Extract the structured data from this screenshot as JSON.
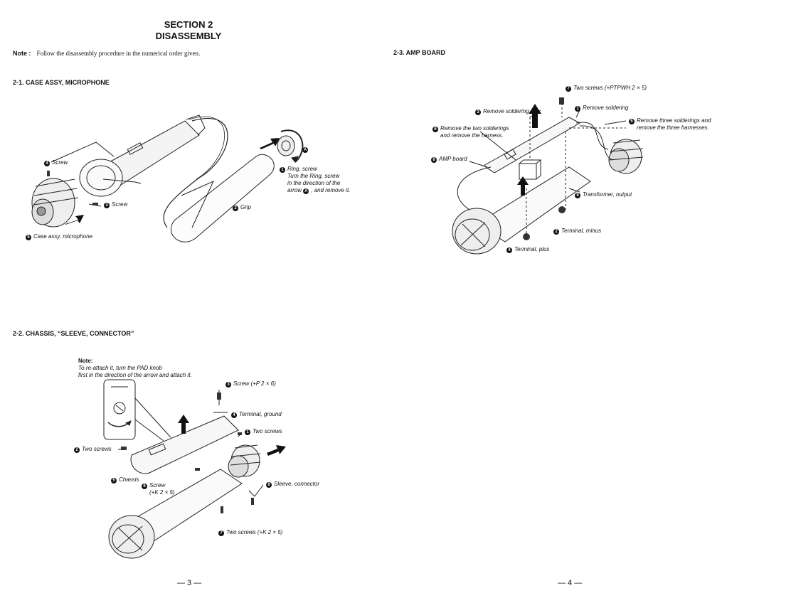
{
  "section": {
    "line1": "SECTION 2",
    "line2": "DISASSEMBLY"
  },
  "note": {
    "label": "Note :",
    "text": "Follow the disassembly procedure in the numerical order given."
  },
  "s21": {
    "heading": "2-1. CASE ASSY, MICROPHONE",
    "labels": {
      "l1_num": "1",
      "l1_title": "Ring, screw",
      "l1_line2": "Turn the Ring, screw",
      "l1_line3": "in the direction of the",
      "l1_line4a": "arrow",
      "l1_line4b": "A",
      "l1_line4c": ", and remove it.",
      "l2_num": "2",
      "l2": "Grip",
      "l3_num": "3",
      "l3": "Screw",
      "l4_num": "4",
      "l4": "Screw",
      "l5_num": "5",
      "l5": "Case assy, microphone",
      "arrow_a": "A"
    }
  },
  "s22": {
    "heading": "2-2. CHASSIS, “SLEEVE, CONNECTOR”",
    "note_title": "Note:",
    "note_line1": "To re-attach it, turn the PAD knob",
    "note_line2": "first in the direction of the arrow and attach it.",
    "labels": {
      "l1_num": "1",
      "l1": "Two screws",
      "l2_num": "2",
      "l2": "Two screws",
      "l3_num": "3",
      "l3": "Screw (+P 2 × 6)",
      "l4_num": "4",
      "l4": "Terminal, ground",
      "l5_num": "5",
      "l5": "Chassis",
      "l6_num": "6",
      "l6a": "Screw",
      "l6b": "(+K 2 × 5)",
      "l7_num": "7",
      "l7": "Two screws (+K 2 × 5)",
      "l8_num": "8",
      "l8": "Sleeve, connector"
    }
  },
  "s23": {
    "heading": "2-3. AMP BOARD",
    "labels": {
      "l1_num": "1",
      "l1": "Remove soldering",
      "l2_num": "2",
      "l2": "Terminal, minus",
      "l3_num": "3",
      "l3": "Remove soldering",
      "l4_num": "4",
      "l4": "Terminal, plus",
      "l5_num": "5",
      "l5a": "Remove three solderings and",
      "l5b": "remove the three harnesses.",
      "l6_num": "6",
      "l6a": "Remove the two solderings",
      "l6b": "and remove the harness.",
      "l7_num": "7",
      "l7": "Two screws (+PTPWH 2 × 5)",
      "l8_num": "8",
      "l8": "AMP board",
      "l9_num": "9",
      "l9": "Transformer, output"
    }
  },
  "pages": {
    "left": "— 3 —",
    "right": "— 4 —"
  }
}
